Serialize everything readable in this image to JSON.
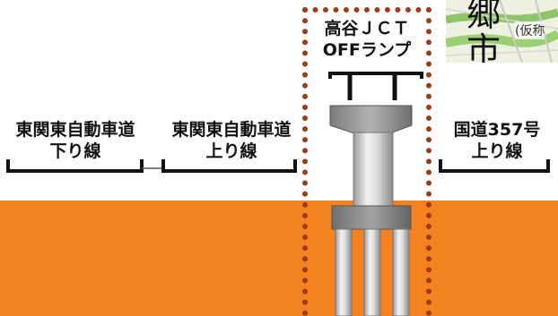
{
  "ground_color": "#f58220",
  "frame_color": "#9b3c1a",
  "labels": {
    "road1": [
      "東関東自動車道",
      "下り線"
    ],
    "road2": [
      "東関東自動車道",
      "上り線"
    ],
    "ramp": [
      "高谷ＪＣＴ",
      "OFFランプ"
    ],
    "route357": [
      "国道357号",
      "上り線"
    ]
  },
  "map": {
    "city_text": "郷\n市",
    "inset_label": "(仮称"
  }
}
